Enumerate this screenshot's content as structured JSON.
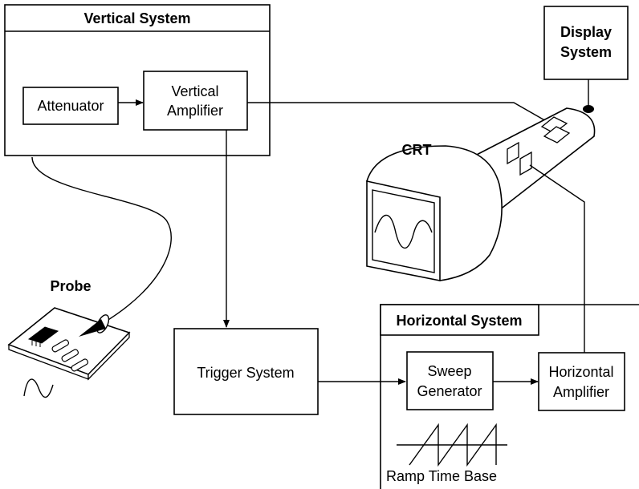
{
  "vertical_system": {
    "title": "Vertical System",
    "attenuator": "Attenuator",
    "amplifier_line1": "Vertical",
    "amplifier_line2": "Amplifier"
  },
  "display_system": {
    "line1": "Display",
    "line2": "System"
  },
  "crt": {
    "label": "CRT"
  },
  "probe": {
    "label": "Probe"
  },
  "trigger_system": {
    "label": "Trigger System"
  },
  "horizontal_system": {
    "title": "Horizontal System",
    "sweep_line1": "Sweep",
    "sweep_line2": "Generator",
    "amplifier_line1": "Horizontal",
    "amplifier_line2": "Amplifier",
    "ramp_label": "Ramp Time Base"
  }
}
